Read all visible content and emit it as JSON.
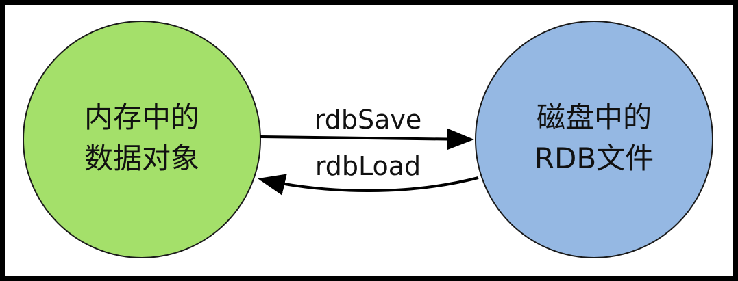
{
  "nodes": {
    "memory": {
      "line1": "内存中的",
      "line2": "数据对象",
      "fill": "#a4e06a"
    },
    "disk": {
      "line1": "磁盘中的",
      "line2": "RDB文件",
      "fill": "#95b8e3"
    }
  },
  "edges": {
    "save": {
      "label": "rdbSave"
    },
    "load": {
      "label": "rdbLoad"
    }
  },
  "colors": {
    "stroke": "#000000",
    "border": "#000000"
  }
}
